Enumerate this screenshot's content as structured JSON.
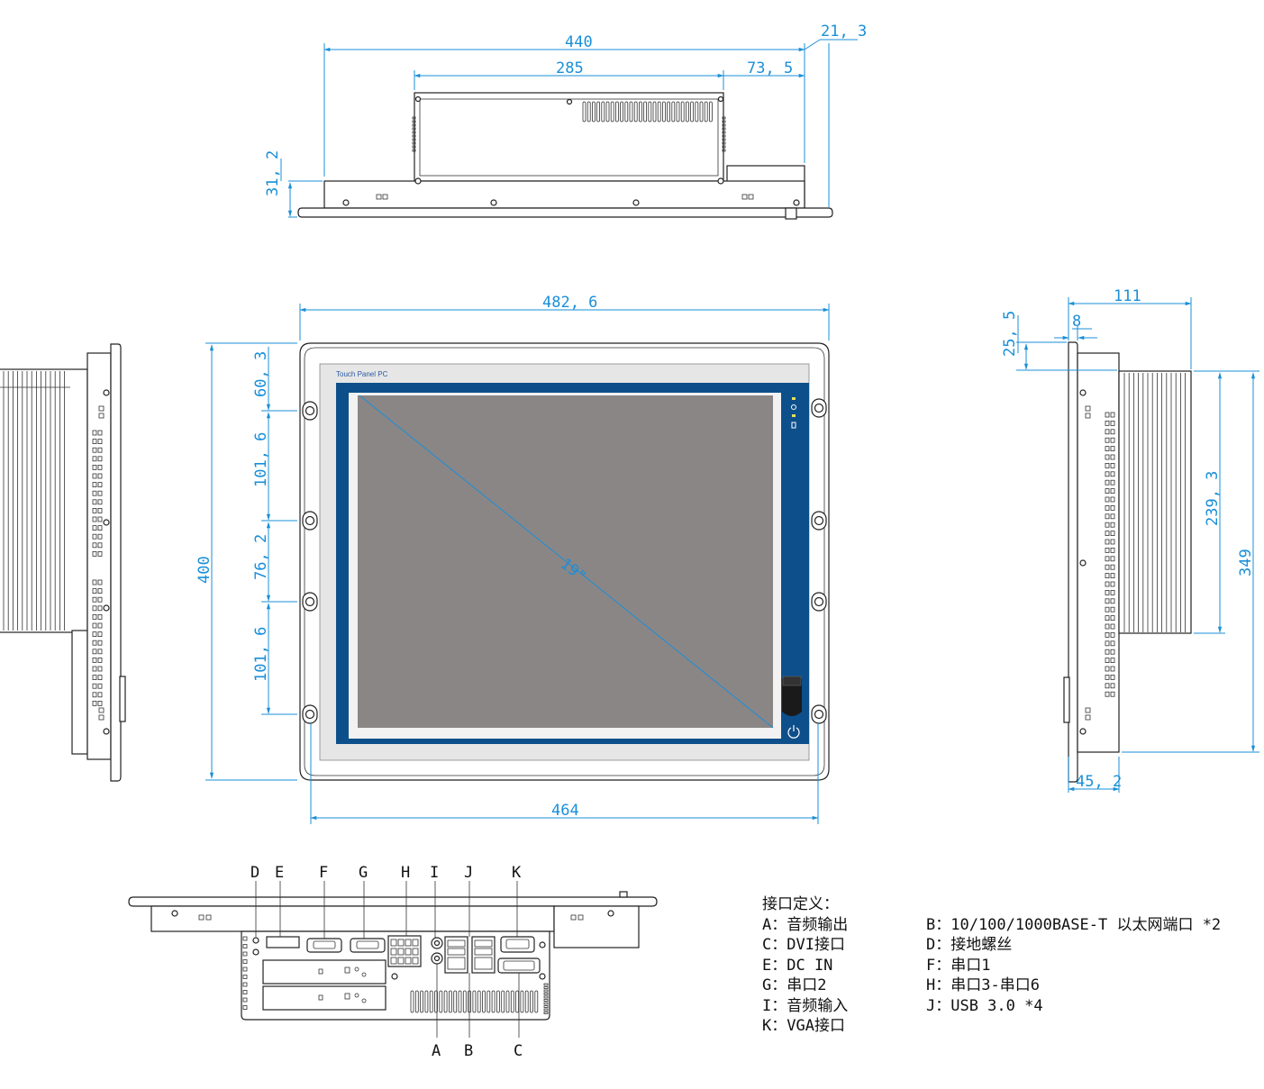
{
  "dimensions": {
    "top_view": {
      "width_total": "440",
      "width_box": "285",
      "width_right": "73, 5",
      "offset": "21, 3",
      "depth": "31, 2"
    },
    "front_view": {
      "width_overall": "482, 6",
      "width_holes": "464",
      "height": "400",
      "hole_spacing": [
        "60, 3",
        "101, 6",
        "76, 2",
        "101, 6"
      ],
      "diagonal": "19\""
    },
    "side_view": {
      "depth_total": "111",
      "bezel": "8",
      "lip": "25, 5",
      "height_body": "239, 3",
      "height_total": "349",
      "bottom": "45, 2"
    }
  },
  "bezel_label": "Touch Panel PC",
  "port_letters_top": [
    "D",
    "E",
    "F",
    "G",
    "H",
    "I",
    "J",
    "K"
  ],
  "port_letters_bottom": [
    "A",
    "B",
    "C"
  ],
  "legend": {
    "title": "接口定义：",
    "rows": [
      [
        "A：音频输出",
        "B：10/100/1000BASE-T 以太网端口 *2"
      ],
      [
        "C：DVI接口",
        "D：接地螺丝"
      ],
      [
        "E：DC IN",
        "F：串口1"
      ],
      [
        "G：串口2",
        "H：串口3-串口6"
      ],
      [
        "I：音频输入",
        "J：USB 3.0 *4"
      ],
      [
        "K：VGA接口",
        ""
      ]
    ]
  },
  "colors": {
    "dimension": "#1a8fd8",
    "screen": "#8a8686",
    "frame": "#0d4f8b",
    "bezel": "#e6e6e6"
  }
}
